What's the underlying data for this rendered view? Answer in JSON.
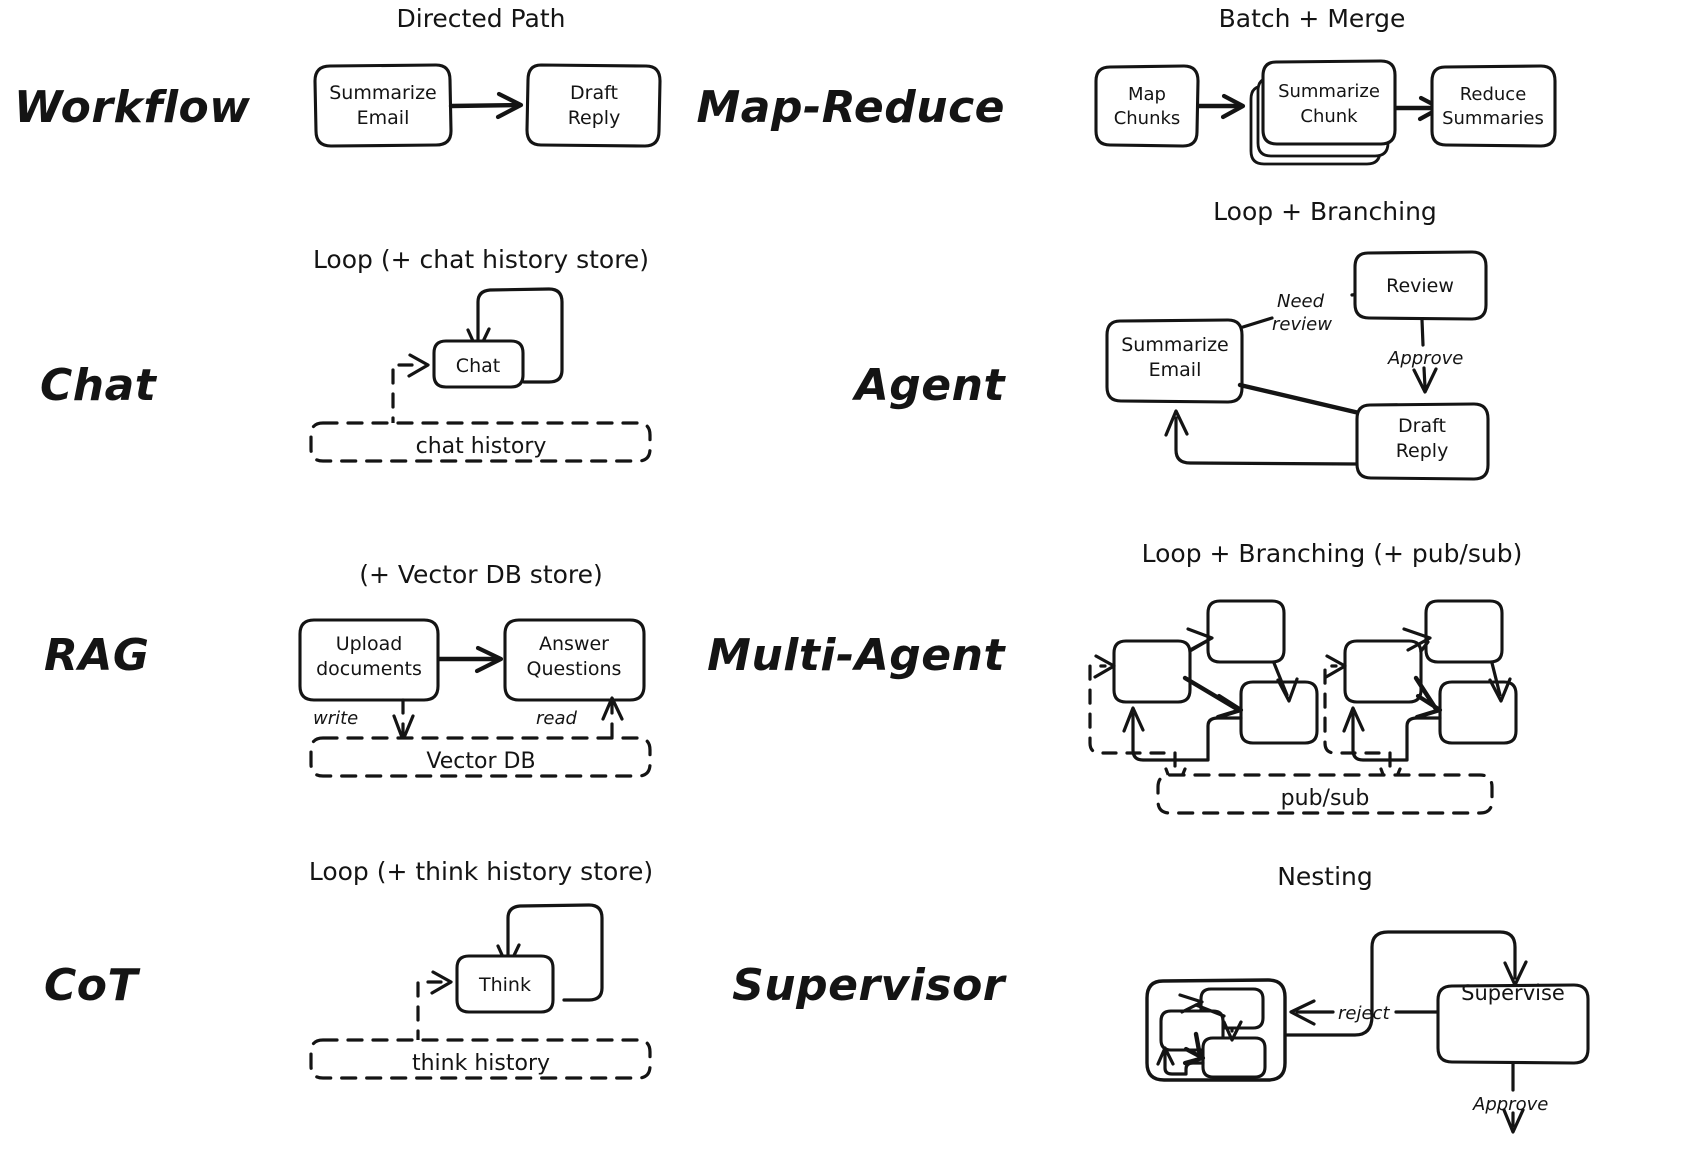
{
  "page": {
    "background": "#ffffff",
    "ink": "#141414",
    "description": "Hand-drawn comparison of eight LLM application architecture patterns arranged in a 2-column by 4-row grid"
  },
  "panels": [
    {
      "id": "workflow",
      "row_label": "Workflow",
      "title": "Directed Path",
      "nodes": [
        "Summarize Email",
        "Draft Reply"
      ],
      "edges": [
        {
          "from": "Summarize Email",
          "to": "Draft Reply",
          "label": ""
        }
      ],
      "store": null
    },
    {
      "id": "map-reduce",
      "row_label": "Map-Reduce",
      "title": "Batch + Merge",
      "nodes": [
        "Map Chunks",
        "Summarize Chunk",
        "Reduce Summaries"
      ],
      "edges": [
        {
          "from": "Map Chunks",
          "to": "Summarize Chunk",
          "label": ""
        },
        {
          "from": "Summarize Chunk",
          "to": "Reduce Summaries",
          "label": ""
        }
      ],
      "store": null
    },
    {
      "id": "chat",
      "row_label": "Chat",
      "title": "Loop (+ chat history store)",
      "nodes": [
        "Chat"
      ],
      "edges": [
        {
          "from": "Chat",
          "to": "Chat",
          "label": ""
        }
      ],
      "store": "chat history"
    },
    {
      "id": "agent",
      "row_label": "Agent",
      "title": "Loop + Branching",
      "nodes": [
        "Summarize Email",
        "Review",
        "Draft Reply"
      ],
      "edges": [
        {
          "from": "Summarize Email",
          "to": "Review",
          "label": "Need review"
        },
        {
          "from": "Review",
          "to": "Draft Reply",
          "label": "Approve"
        },
        {
          "from": "Summarize Email",
          "to": "Draft Reply",
          "label": ""
        },
        {
          "from": "Draft Reply",
          "to": "Summarize Email",
          "label": ""
        }
      ],
      "store": null
    },
    {
      "id": "rag",
      "row_label": "RAG",
      "title": "(+ Vector DB store)",
      "nodes": [
        "Upload documents",
        "Answer Questions"
      ],
      "edges": [
        {
          "from": "Upload documents",
          "to": "Answer Questions",
          "label": ""
        },
        {
          "from": "Upload documents",
          "to": "Vector DB",
          "label": "write"
        },
        {
          "from": "Vector DB",
          "to": "Answer Questions",
          "label": "read"
        }
      ],
      "store": "Vector DB"
    },
    {
      "id": "multi-agent",
      "row_label": "Multi-Agent",
      "title": "Loop + Branching (+ pub/sub)",
      "nodes": [],
      "edges": [],
      "store": "pub/sub",
      "cluster_count": 2
    },
    {
      "id": "cot",
      "row_label": "CoT",
      "title": "Loop (+ think history store)",
      "nodes": [
        "Think"
      ],
      "edges": [
        {
          "from": "Think",
          "to": "Think",
          "label": ""
        }
      ],
      "store": "think history"
    },
    {
      "id": "supervisor",
      "row_label": "Supervisor",
      "title": "Nesting",
      "nodes": [
        "Supervise"
      ],
      "edges": [
        {
          "from": "group",
          "to": "Supervise",
          "label": ""
        },
        {
          "from": "Supervise",
          "to": "group",
          "label": "reject"
        },
        {
          "from": "Supervise",
          "to": "out",
          "label": "Approve"
        }
      ],
      "store": null
    }
  ],
  "labels": {
    "workflow_row": "Workflow",
    "chat_row": "Chat",
    "rag_row": "RAG",
    "cot_row": "CoT",
    "mapreduce_row": "Map-Reduce",
    "agent_row": "Agent",
    "multiagent_row": "Multi-Agent",
    "supervisor_row": "Supervisor",
    "t_workflow": "Directed Path",
    "t_mapreduce": "Batch + Merge",
    "t_chat": "Loop (+ chat history store)",
    "t_agent": "Loop + Branching",
    "t_rag": "(+ Vector DB store)",
    "t_multiagent": "Loop + Branching (+ pub/sub)",
    "t_cot": "Loop (+ think history store)",
    "t_supervisor": "Nesting",
    "n_summarize_1": "Summarize",
    "n_email_1": "Email",
    "n_draft_1": "Draft",
    "n_reply_1": "Reply",
    "n_map": "Map",
    "n_chunks": "Chunks",
    "n_summarize_2": "Summarize",
    "n_chunk": "Chunk",
    "n_reduce": "Reduce",
    "n_summaries": "Summaries",
    "n_chat": "Chat",
    "n_chathistory": "chat history",
    "n_summarize_3": "Summarize",
    "n_email_3": "Email",
    "n_review": "Review",
    "n_draft_3": "Draft",
    "n_reply_3": "Reply",
    "e_need": "Need",
    "e_review": "review",
    "e_approve": "Approve",
    "n_upload": "Upload",
    "n_documents": "documents",
    "n_answer": "Answer",
    "n_questions": "Questions",
    "e_write": "write",
    "e_read": "read",
    "n_vectordb": "Vector DB",
    "n_pubsub": "pub/sub",
    "n_think": "Think",
    "n_thinkhistory": "think history",
    "n_supervise": "Supervise",
    "e_reject": "reject",
    "e_approve2": "Approve"
  }
}
